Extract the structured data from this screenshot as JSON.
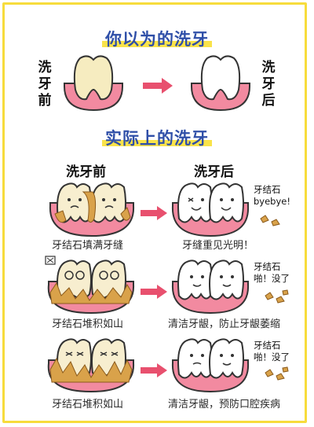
{
  "top": {
    "title": "你以为的洗牙",
    "before_label": "洗牙前",
    "after_label": "洗牙后"
  },
  "bottom": {
    "title": "实际上的洗牙",
    "col_before": "洗牙前",
    "col_after": "洗牙后"
  },
  "rows": [
    {
      "before_caption": "牙结石填满牙缝",
      "after_caption": "牙缝重见光明！",
      "note_line1": "牙结石",
      "note_line2": "byebye!"
    },
    {
      "before_caption": "牙结石堆积如山",
      "after_caption": "清洁牙龈，防止牙龈萎缩",
      "note_line1": "牙结石",
      "note_line2": "啪！没了"
    },
    {
      "before_caption": "牙结石堆积如山",
      "after_caption": "清洁牙龈，预防口腔疾病",
      "note_line1": "牙结石",
      "note_line2": "啪！没了"
    }
  ],
  "colors": {
    "title": "#2f4fa8",
    "highlight": "#f9e34a",
    "gum": "#f07c95",
    "arrow": "#e8506e",
    "tartar": "#d9a24a",
    "frame": "#f7dc3c"
  }
}
